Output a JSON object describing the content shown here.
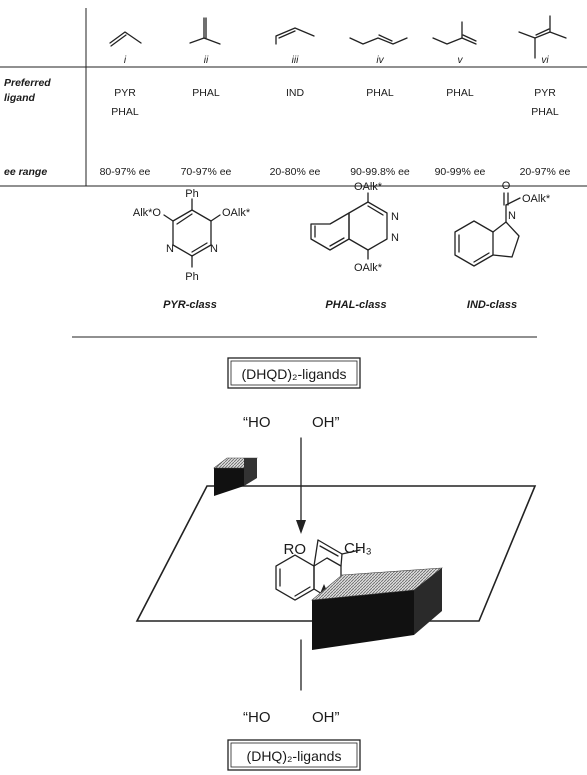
{
  "table": {
    "columns": [
      "i",
      "ii",
      "iii",
      "iv",
      "v",
      "vi"
    ],
    "rows": [
      {
        "label_lines": [
          "Preferred",
          "ligand"
        ],
        "cells": [
          [
            "PYR",
            "PHAL"
          ],
          [
            "PHAL"
          ],
          [
            "IND"
          ],
          [
            "PHAL"
          ],
          [
            "PHAL"
          ],
          [
            "PYR",
            "PHAL"
          ]
        ]
      },
      {
        "label_lines": [
          "ee range"
        ],
        "cells": [
          [
            "80-97% ee"
          ],
          [
            "70-97% ee"
          ],
          [
            "20-80% ee"
          ],
          [
            "90-99.8% ee"
          ],
          [
            "90-99% ee"
          ],
          [
            "20-97% ee"
          ]
        ]
      }
    ]
  },
  "structures": {
    "pyr": {
      "caption": "PYR-class",
      "top": "Ph",
      "bottom": "Ph",
      "left_sub": "Alk*O",
      "right_sub": "OAlk*",
      "n1": "N",
      "n2": "N"
    },
    "phal": {
      "caption": "PHAL-class",
      "top": "OAlk*",
      "bottom": "OAlk*",
      "n1": "N",
      "n2": "N"
    },
    "ind": {
      "caption": "IND-class",
      "carbonyl": "O",
      "ester": "OAlk*",
      "n": "N"
    }
  },
  "model": {
    "top_box": "(DHQD)₂-ligands",
    "bottom_box": "(DHQ)₂-ligands",
    "top_left": "“HO",
    "top_right": "OH”",
    "bottom_left": "“HO",
    "bottom_right": "OH”",
    "substrate_ro": "RO",
    "substrate_ch3": "CH₃"
  }
}
